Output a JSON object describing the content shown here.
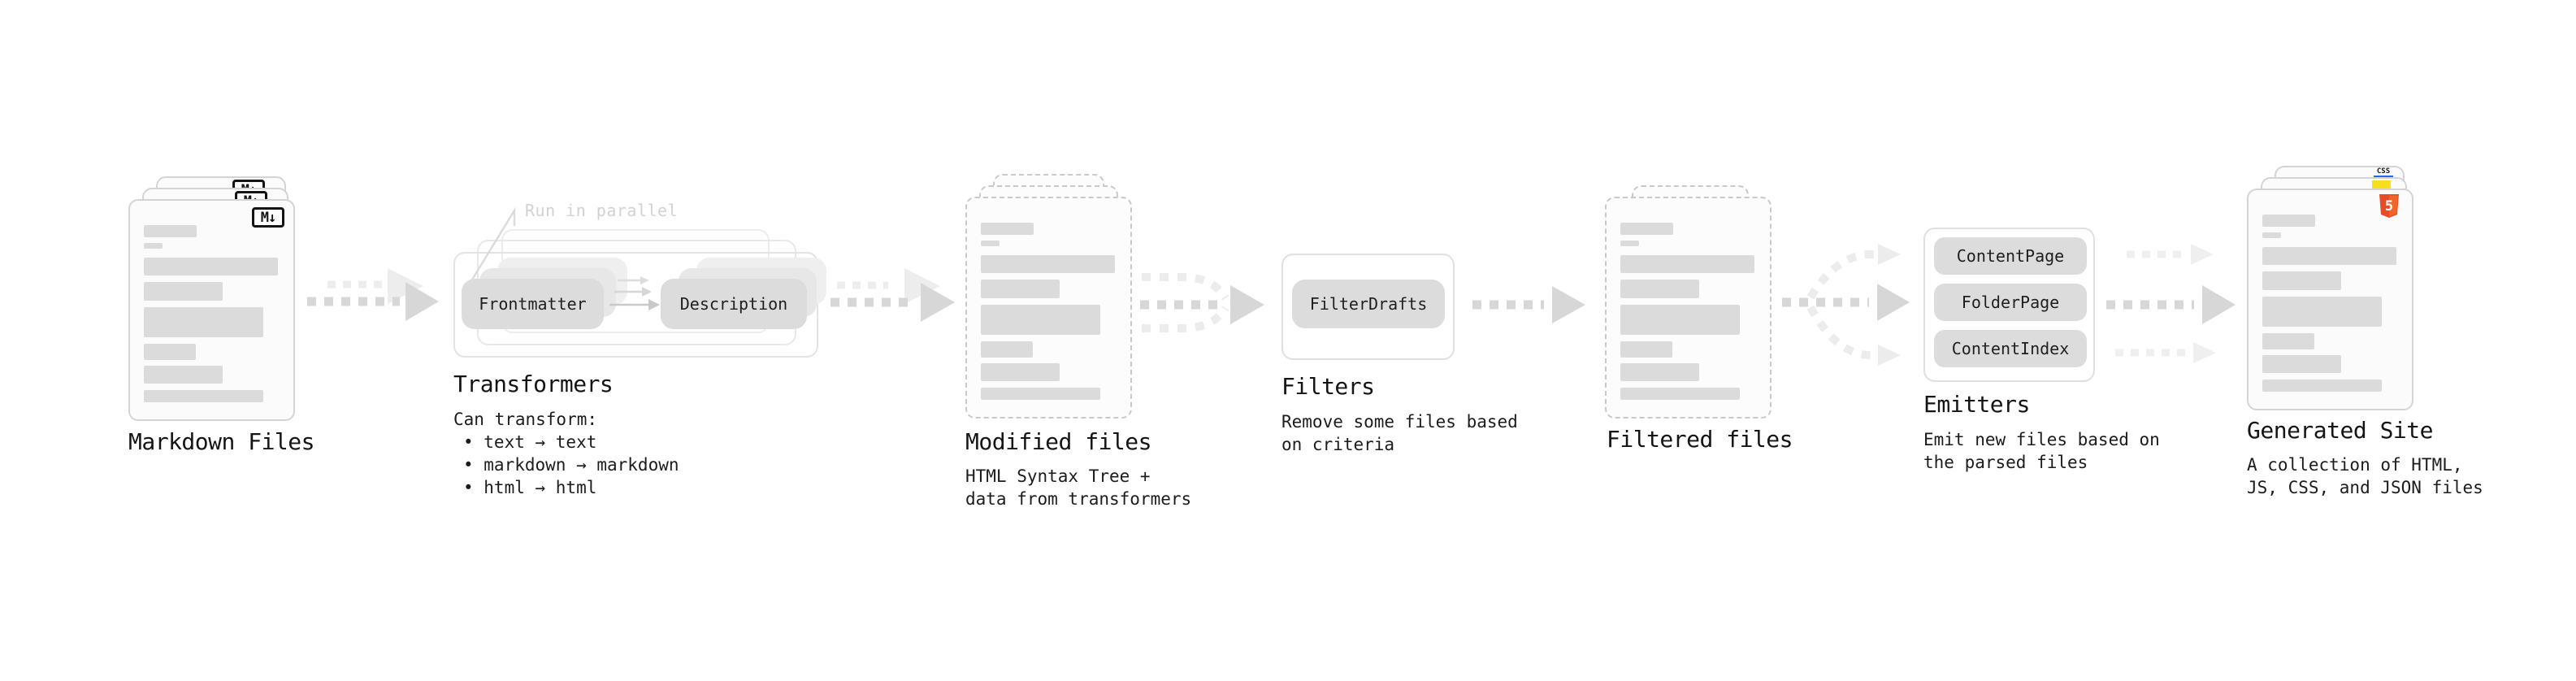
{
  "nodes": {
    "markdown_files": {
      "label": "Markdown Files",
      "badge": "M↓"
    },
    "transformers": {
      "label": "Transformers",
      "annotation": "Run in parallel",
      "pill_frontmatter": "Frontmatter",
      "pill_description": "Description",
      "caption_heading": "Can transform:",
      "bullets": [
        "• text → text",
        "• markdown → markdown",
        "• html → html"
      ]
    },
    "modified_files": {
      "label": "Modified files",
      "caption_line1": "HTML Syntax Tree +",
      "caption_line2": "data from transformers"
    },
    "filters": {
      "label": "Filters",
      "pill": "FilterDrafts",
      "caption_line1": "Remove some files based",
      "caption_line2": "on criteria"
    },
    "filtered_files": {
      "label": "Filtered files"
    },
    "emitters": {
      "label": "Emitters",
      "pills": [
        "ContentPage",
        "FolderPage",
        "ContentIndex"
      ],
      "caption_line1": "Emit new files based on",
      "caption_line2": "the parsed files"
    },
    "generated_site": {
      "label": "Generated Site",
      "caption_line1": "A collection of HTML,",
      "caption_line2": "JS, CSS, and JSON files",
      "css_badge": "CSS",
      "html_badge_top": "HTML",
      "html_badge_number": "5"
    }
  },
  "colors": {
    "html5_orange": "#e44d26",
    "js_yellow": "#f7df1e",
    "css_blue": "#2965f1",
    "arrow_dark": "#d7d7d7",
    "arrow_light": "#ededed",
    "pill_bg": "#dcdcdc",
    "skeleton_bar": "#dbdbdb",
    "text": "#1a1a1a",
    "muted_annotation": "#d2d2d2"
  }
}
